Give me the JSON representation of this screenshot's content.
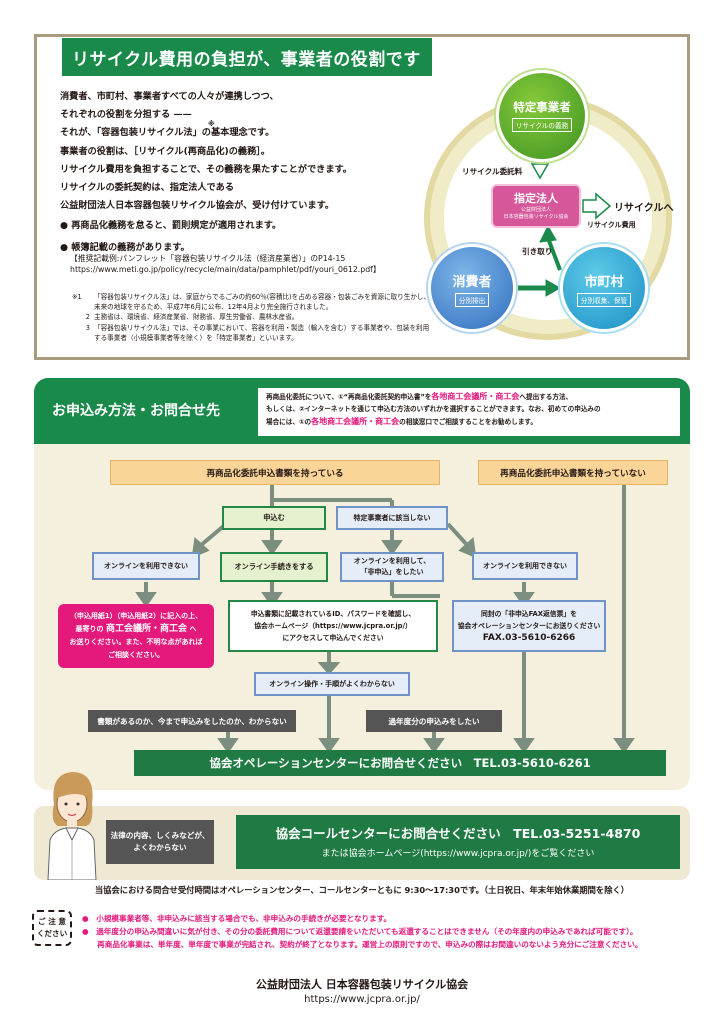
{
  "intro": {
    "title": "リサイクル費用の負担が、事業者の役割です",
    "lines": [
      "消費者、市町村、事業者すべての人々が連携しつつ、",
      "それぞれの役割を分担する ——",
      "それが、「容器包装リサイクル法」の基本理念です。",
      "事業者の役割は、［リサイクル(再商品化)の義務］。",
      "リサイクル費用を負担することで、その義務を果たすことができます。",
      "リサイクルの委託契約は、指定法人である",
      "公益財団法人日本容器包装リサイクル協会が、受け付けています。"
    ],
    "star": "※",
    "bullets": [
      "● 再商品化義務を怠ると、罰則規定が適用されます。",
      "● 帳簿記載の義務があります。"
    ],
    "ref": [
      "【推奨記載例:パンフレット「容器包装リサイクル法（経済産業省）」のP14-15",
      "https://www.meti.go.jp/policy/recycle/main/data/pamphlet/pdf/youri_0612.pdf】"
    ],
    "notes": [
      {
        "label": "※1",
        "text": "「容器包装リサイクル法」は、家庭からでるごみの約60％(容積比)を占める容器・包装ごみを資源に取り生かし、未来の地球を守るため、平成7年6月に公布、12年4月より完全施行されました。"
      },
      {
        "label": "2",
        "text": "主務省は、環境省、経済産業省、財務省、厚生労働省、農林水産省。"
      },
      {
        "label": "3",
        "text": "「容器包装リサイクル法」では、その事業において、容器を利用・製造（輸入を含む）する事業者や、包装を利用する事業者（小規模事業者等を除く）を「特定事業者」といいます。"
      }
    ]
  },
  "diagram": {
    "specified_business": {
      "title": "特定事業者",
      "tag": "リサイクルの義務"
    },
    "consumer": {
      "title": "消費者",
      "tag": "分別排出"
    },
    "municipality": {
      "title": "市町村",
      "tag": "分別収集、保管"
    },
    "designated_corp": {
      "title": "指定法人",
      "sub1": "公益財団法人",
      "sub2": "日本容器包装リサイクル協会"
    },
    "label_fee": "リサイクル委託料",
    "label_cost": "リサイクル費用",
    "label_pickup": "引き取り",
    "label_recycle": "リサイクルへ"
  },
  "apply": {
    "title": "お申込み方法・お問合せ先",
    "info_lines": [
      [
        "再商品化委託について、①“再商品化委託契約申込書”を",
        "各地商工会議所・商工会",
        "へ提出する方法、"
      ],
      [
        "もしくは、②インターネットを通じて申込む方法のいずれかを選択することができます。なお、初めての申込みの"
      ],
      [
        "場合には、①の",
        "各地商工会議所・商工会",
        "の相談窓口でご相談することをお勧めします。"
      ]
    ],
    "has_form": "再商品化委託申込書類を持っている",
    "no_form": "再商品化委託申込書類を持っていない",
    "apply": "申込む",
    "not_applicable": "特定事業者に該当しない",
    "online_no_left": "オンラインを利用できない",
    "online_proc": "オンライン手続きをする",
    "online_non": [
      "オンラインを利用して、",
      "「非申込」をしたい"
    ],
    "online_no_right": "オンラインを利用できない",
    "pink_lines": [
      "（申込用紙1）（申込用紙2）に記入の上、",
      "最寄りの",
      "商工会議所・商工会",
      "へ",
      "お送りください。また、不明な点があれば",
      "ご相談ください。"
    ],
    "id_lines": [
      "申込書類に記載されているID、パスワードを確認し、",
      "協会ホームページ（https://www.jcpra.or.jp/）",
      "にアクセスして申込んでください"
    ],
    "fax_lines": [
      "同封の「非申込FAX返信票」を",
      "協会オペレーションセンターにお送りください",
      "FAX.03-5610-6266"
    ],
    "unclear": "オンライン操作・手順がよくわからない",
    "unsure": "書類があるのか、今まで申込みをしたのか、わからない",
    "prev_year": "過年度分の申込みをしたい",
    "operation": "協会オペレーションセンターにお問合せください　TEL.03-5610-6261"
  },
  "call": {
    "law": [
      "法律の内容、しくみなどが、",
      "よくわからない"
    ],
    "line1": "協会コールセンターにお問合せください　TEL.03-5251-4870",
    "line2": "または協会ホームページ(https://www.jcpra.or.jp/)をご覧ください",
    "hours": "当協会における問合せ受付時間はオペレーションセンター、コールセンターともに 9:30〜17:30です。（土日祝日、年末年始休業期間を除く）"
  },
  "caution": {
    "label1": "ご 注 意",
    "label2": "ください",
    "items": [
      "●　小規模事業者等、非申込みに該当する場合でも、非申込みの手続きが必要となります。",
      "●　過年度分の申込み間違いに気が付き、その分の委託費用について返還要請をいただいても返還することはできません（その年度内の申込みであれば可能です）。",
      "　　再商品化事業は、単年度、単年度で事業が完結され、契約が終了となります。運営上の原則ですので、申込みの際はお間違いのないよう充分にご注意ください。"
    ]
  },
  "footer": {
    "org": "公益財団法人 日本容器包装リサイクル協会",
    "url": "https://www.jcpra.or.jp/"
  }
}
